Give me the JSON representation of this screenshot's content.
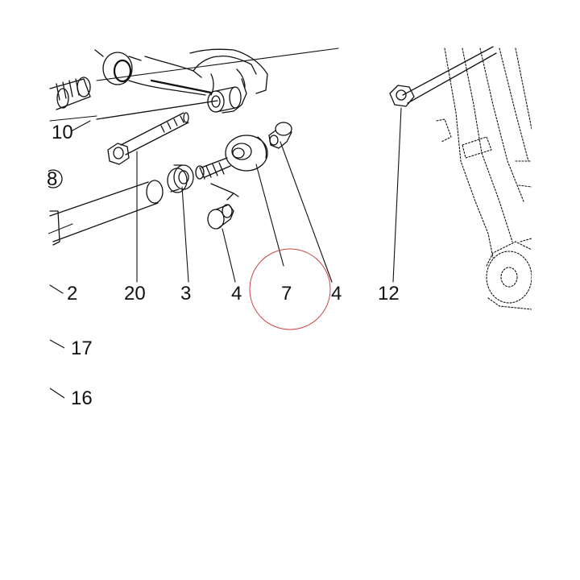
{
  "callouts": {
    "c10": "10",
    "c8": "8",
    "c2": "2",
    "c20": "20",
    "c3": "3",
    "c4a": "4",
    "c7": "7",
    "c4b": "4",
    "c12": "12",
    "c17": "17",
    "c16": "16"
  },
  "colors": {
    "line": "#111111",
    "highlight_circle": "#cc4444",
    "background": "#ffffff"
  }
}
